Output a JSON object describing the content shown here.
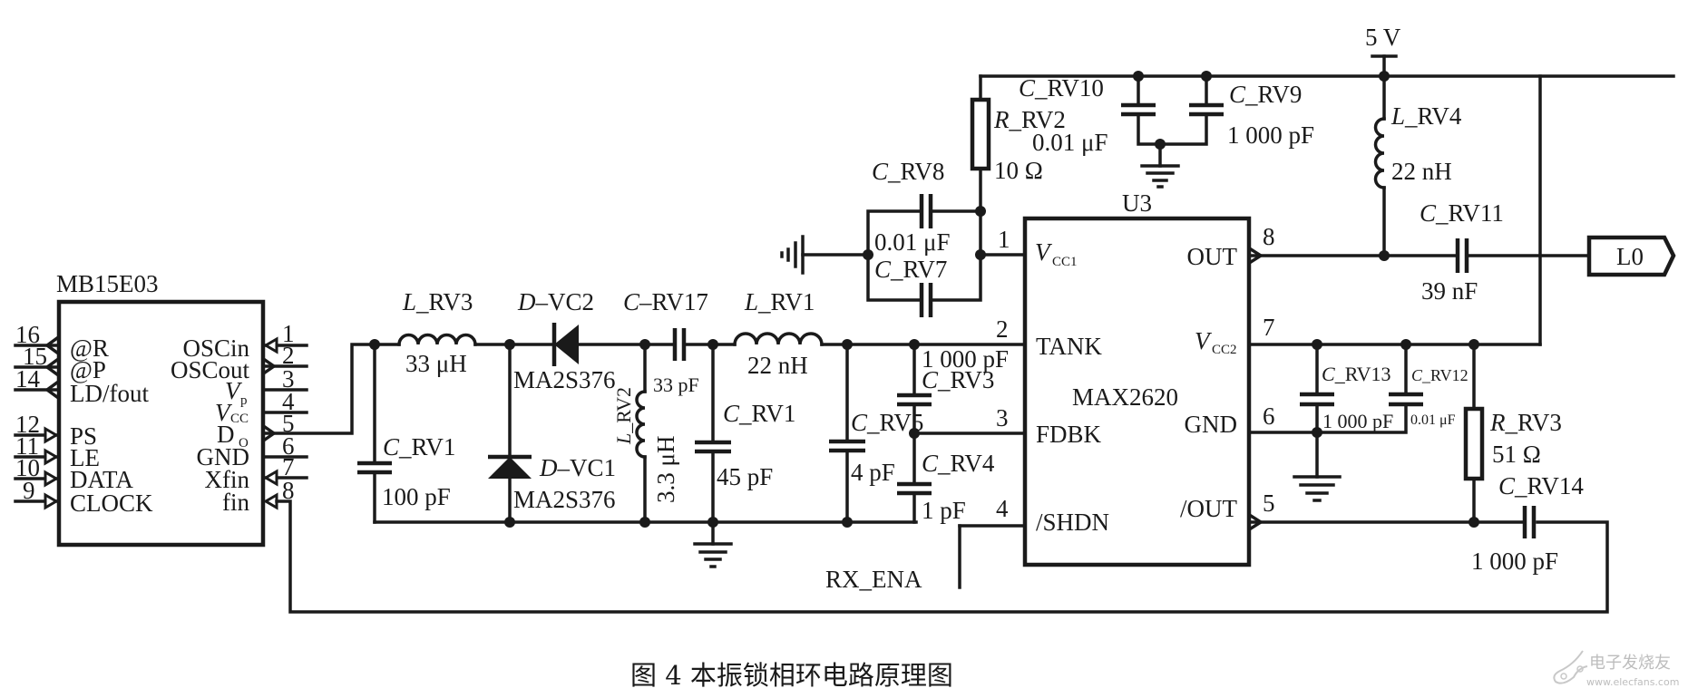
{
  "caption": "图 4   本振锁相环电路原理图",
  "watermark": {
    "brand": "电子发烧友",
    "url": "www.elecfans.com"
  },
  "chips": {
    "pll": {
      "name": "MB15E03",
      "left_pins": [
        {
          "num": "16",
          "label": "@R"
        },
        {
          "num": "15",
          "label": "@P"
        },
        {
          "num": "14",
          "label": "LD/fout"
        },
        {
          "num": "12",
          "label": "PS"
        },
        {
          "num": "11",
          "label": "LE"
        },
        {
          "num": "10",
          "label": "DATA"
        },
        {
          "num": "9",
          "label": "CLOCK"
        }
      ],
      "right_pins": [
        {
          "num": "1",
          "label": "OSCin"
        },
        {
          "num": "2",
          "label": "OSCout"
        },
        {
          "num": "3",
          "label": "V",
          "sub": "p"
        },
        {
          "num": "4",
          "label": "V",
          "sub": "CC"
        },
        {
          "num": "5",
          "label": "D",
          "sub": "O"
        },
        {
          "num": "6",
          "label": "GND"
        },
        {
          "num": "7",
          "label": "Xfin"
        },
        {
          "num": "8",
          "label": "fin"
        }
      ]
    },
    "vco": {
      "ref": "U3",
      "name": "MAX2620",
      "left_pins": [
        {
          "num": "1",
          "label": "V",
          "sub": "CC1"
        },
        {
          "num": "2",
          "label": "TANK"
        },
        {
          "num": "3",
          "label": "FDBK"
        },
        {
          "num": "4",
          "label": "/SHDN"
        }
      ],
      "right_pins": [
        {
          "num": "8",
          "label": "OUT"
        },
        {
          "num": "7",
          "label": "V",
          "sub": "CC2"
        },
        {
          "num": "6",
          "label": "GND"
        },
        {
          "num": "5",
          "label": "/OUT"
        }
      ]
    }
  },
  "components": {
    "L_RV3": {
      "prefix": "L",
      "name": "_RV3",
      "value": "33 μH"
    },
    "D_VC2": {
      "prefix": "D",
      "name": "–VC2",
      "value": "MA2S376"
    },
    "D_VC1": {
      "prefix": "D",
      "name": "–VC1",
      "value": "MA2S376"
    },
    "C_RV17": {
      "prefix": "C",
      "name": "–RV17",
      "value": "33 pF"
    },
    "L_RV1": {
      "prefix": "L",
      "name": "_RV1",
      "value": "22 nH"
    },
    "L_RV2": {
      "prefix": "L",
      "name": "_RV2",
      "value": "3.3 μH"
    },
    "C_RV1a": {
      "prefix": "C",
      "name": "_RV1",
      "value": "100 pF"
    },
    "C_RV1b": {
      "prefix": "C",
      "name": "_RV1",
      "value": "45 pF"
    },
    "C_RV5": {
      "prefix": "C",
      "name": "_RV5",
      "value": "4 pF"
    },
    "C_RV3": {
      "prefix": "C",
      "name": "_RV3",
      "value": "1 000 pF"
    },
    "C_RV4": {
      "prefix": "C",
      "name": "_RV4",
      "value": "1 pF"
    },
    "C_RV8": {
      "prefix": "C",
      "name": "_RV8",
      "value": "0.01 μF"
    },
    "C_RV7": {
      "prefix": "C",
      "name": "_RV7",
      "value": ""
    },
    "R_RV2": {
      "prefix": "R",
      "name": "_RV2",
      "value": "10 Ω"
    },
    "C_RV10": {
      "prefix": "C",
      "name": "_RV10",
      "value": "0.01 μF"
    },
    "C_RV9": {
      "prefix": "C",
      "name": "_RV9",
      "value": "1 000 pF"
    },
    "L_RV4": {
      "prefix": "L",
      "name": "_RV4",
      "value": "22 nH"
    },
    "C_RV11": {
      "prefix": "C",
      "name": "_RV11",
      "value": "39 nF"
    },
    "C_RV13": {
      "prefix": "C",
      "name": "_RV13",
      "value": "1 000 pF"
    },
    "C_RV12": {
      "prefix": "C",
      "name": "_RV12",
      "value": "0.01 μF"
    },
    "R_RV3": {
      "prefix": "R",
      "name": "_RV3",
      "value": "51 Ω"
    },
    "C_RV14": {
      "prefix": "C",
      "name": "_RV14",
      "value": "1 000 pF"
    }
  },
  "nets": {
    "supply": "5 V",
    "output_port": "L0",
    "enable": "RX_ENA"
  }
}
